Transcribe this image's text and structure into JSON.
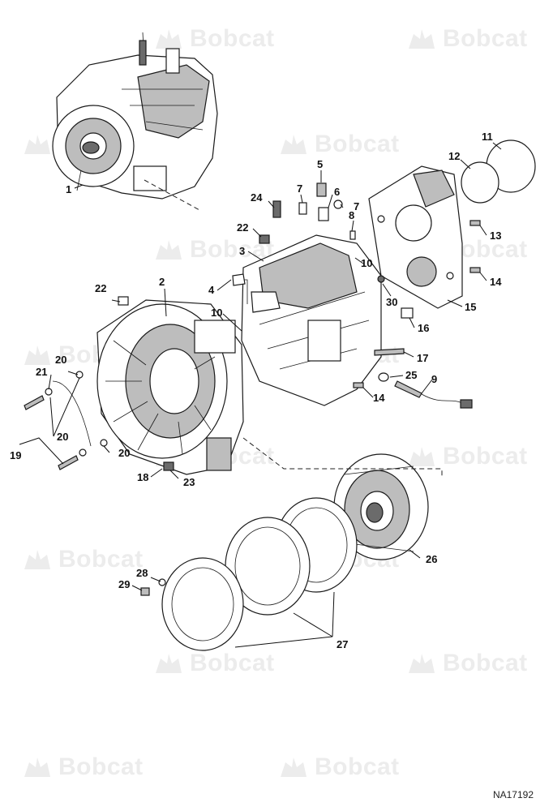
{
  "watermark": {
    "brand_text": "Bobcat"
  },
  "figure_code": "NA17192",
  "callouts": [
    {
      "id": "1",
      "text": "1"
    },
    {
      "id": "2",
      "text": "2"
    },
    {
      "id": "3",
      "text": "3"
    },
    {
      "id": "4",
      "text": "4"
    },
    {
      "id": "5",
      "text": "5"
    },
    {
      "id": "6",
      "text": "6"
    },
    {
      "id": "7a",
      "text": "7"
    },
    {
      "id": "7b",
      "text": "7"
    },
    {
      "id": "8",
      "text": "8"
    },
    {
      "id": "9",
      "text": "9"
    },
    {
      "id": "10a",
      "text": "10"
    },
    {
      "id": "10b",
      "text": "10"
    },
    {
      "id": "11",
      "text": "11"
    },
    {
      "id": "12",
      "text": "12"
    },
    {
      "id": "13",
      "text": "13"
    },
    {
      "id": "14a",
      "text": "14"
    },
    {
      "id": "14b",
      "text": "14"
    },
    {
      "id": "15",
      "text": "15"
    },
    {
      "id": "16",
      "text": "16"
    },
    {
      "id": "17",
      "text": "17"
    },
    {
      "id": "18",
      "text": "18"
    },
    {
      "id": "19",
      "text": "19"
    },
    {
      "id": "20a",
      "text": "20"
    },
    {
      "id": "20b",
      "text": "20"
    },
    {
      "id": "20c",
      "text": "20"
    },
    {
      "id": "21",
      "text": "21"
    },
    {
      "id": "22a",
      "text": "22"
    },
    {
      "id": "22b",
      "text": "22"
    },
    {
      "id": "23",
      "text": "23"
    },
    {
      "id": "24",
      "text": "24"
    },
    {
      "id": "25",
      "text": "25"
    },
    {
      "id": "26",
      "text": "26"
    },
    {
      "id": "27",
      "text": "27"
    },
    {
      "id": "28",
      "text": "28"
    },
    {
      "id": "29",
      "text": "29"
    },
    {
      "id": "30",
      "text": "30"
    }
  ]
}
